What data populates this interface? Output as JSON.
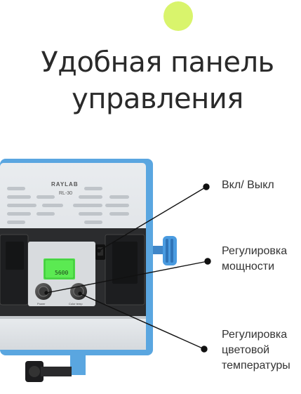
{
  "accent_color": "#d9f46c",
  "panel_color": "#5aa6e0",
  "title": {
    "line1": "Удобная панель",
    "line2": "управления"
  },
  "device": {
    "brand": "RAYLAB",
    "model": "RL-30",
    "lcd_readout": "5600",
    "knob_left_label": "Power",
    "knob_right_label": "Color temp"
  },
  "callouts": {
    "power_switch": "Вкл/ Выкл",
    "brightness_line1": "Регулировка",
    "brightness_line2": "мощности",
    "temperature_line1": "Регулировка",
    "temperature_line2": "цветовой",
    "temperature_line3": "температуры"
  }
}
